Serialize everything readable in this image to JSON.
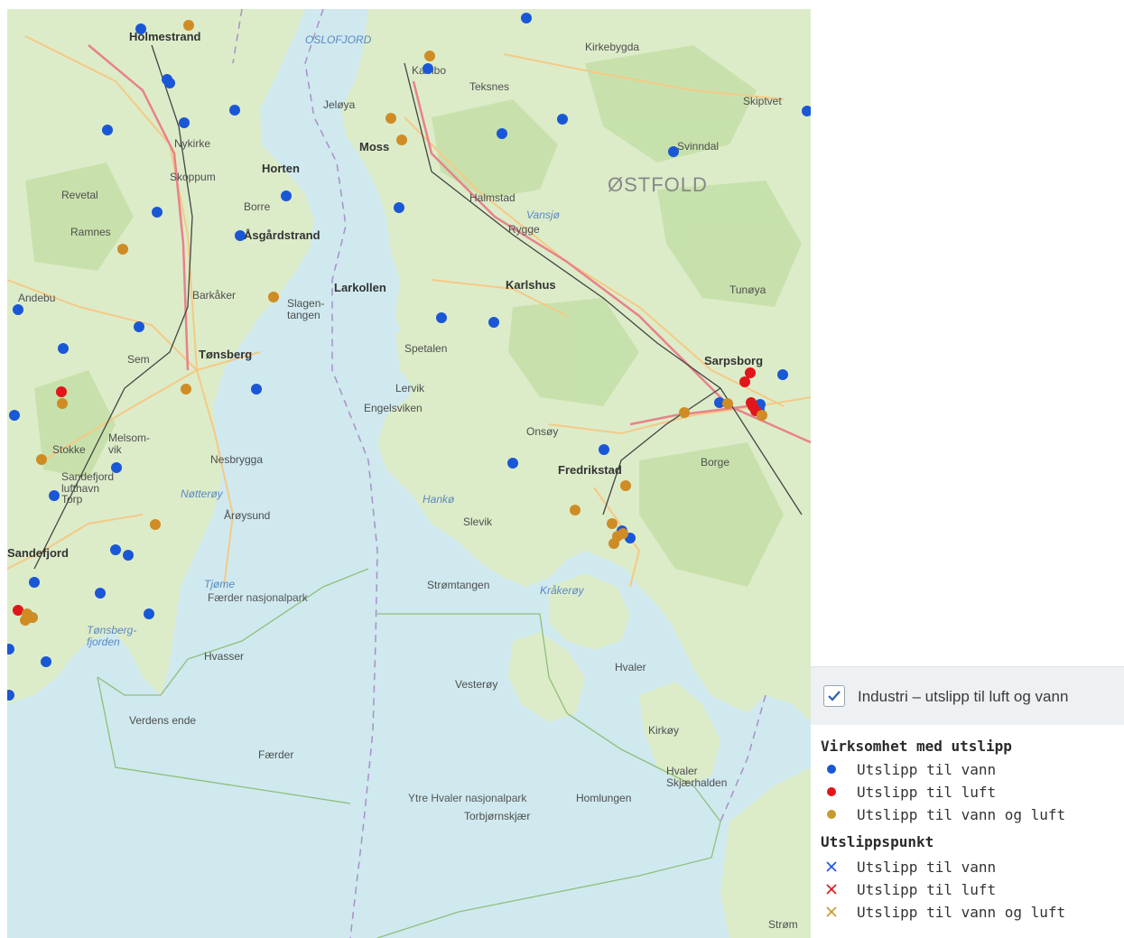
{
  "map": {
    "region_label": "ØSTFOLD",
    "places": [
      {
        "id": "holmestrand",
        "text": "Holmestrand",
        "cls": "big"
      },
      {
        "id": "kirkebygda",
        "text": "Kirkebygda",
        "cls": ""
      },
      {
        "id": "oslofjorden",
        "text": "OSLOFJORD",
        "cls": "water"
      },
      {
        "id": "jeloya",
        "text": "Jeløya",
        "cls": ""
      },
      {
        "id": "kambo",
        "text": "Kambo",
        "cls": ""
      },
      {
        "id": "teksnes",
        "text": "Teksnes",
        "cls": ""
      },
      {
        "id": "skiptvet",
        "text": "Skiptvet",
        "cls": ""
      },
      {
        "id": "moss",
        "text": "Moss",
        "cls": "big"
      },
      {
        "id": "nykirke",
        "text": "Nykirke",
        "cls": ""
      },
      {
        "id": "svinndal",
        "text": "Svinndal",
        "cls": ""
      },
      {
        "id": "skoppum",
        "text": "Skoppum",
        "cls": ""
      },
      {
        "id": "horten",
        "text": "Horten",
        "cls": "big"
      },
      {
        "id": "revetal",
        "text": "Revetal",
        "cls": ""
      },
      {
        "id": "borre",
        "text": "Borre",
        "cls": ""
      },
      {
        "id": "halmstad",
        "text": "Halmstad",
        "cls": ""
      },
      {
        "id": "vansjo",
        "text": "Vansjø",
        "cls": "water"
      },
      {
        "id": "rygge",
        "text": "Rygge",
        "cls": ""
      },
      {
        "id": "ramnes",
        "text": "Ramnes",
        "cls": ""
      },
      {
        "id": "asgardstrand",
        "text": "Åsgårdstrand",
        "cls": "big"
      },
      {
        "id": "karlshus",
        "text": "Karlshus",
        "cls": "big"
      },
      {
        "id": "larkollen",
        "text": "Larkollen",
        "cls": "big"
      },
      {
        "id": "tunoya",
        "text": "Tunøya",
        "cls": ""
      },
      {
        "id": "andebu",
        "text": "Andebu",
        "cls": ""
      },
      {
        "id": "barkaker",
        "text": "Barkåker",
        "cls": ""
      },
      {
        "id": "slagentangen",
        "text": "Slagen-\ntangen",
        "cls": ""
      },
      {
        "id": "spetalen",
        "text": "Spetalen",
        "cls": ""
      },
      {
        "id": "sem",
        "text": "Sem",
        "cls": ""
      },
      {
        "id": "tonsberg",
        "text": "Tønsberg",
        "cls": "big"
      },
      {
        "id": "sarpsborg",
        "text": "Sarpsborg",
        "cls": "big"
      },
      {
        "id": "lervik",
        "text": "Lervik",
        "cls": ""
      },
      {
        "id": "engelsviken",
        "text": "Engelsviken",
        "cls": ""
      },
      {
        "id": "stokke",
        "text": "Stokke",
        "cls": ""
      },
      {
        "id": "melsomvik",
        "text": "Melsom-\nvik",
        "cls": ""
      },
      {
        "id": "onsoy",
        "text": "Onsøy",
        "cls": ""
      },
      {
        "id": "nesbyen",
        "text": "Nesbrygga",
        "cls": ""
      },
      {
        "id": "fredrikstad",
        "text": "Fredrikstad",
        "cls": "big"
      },
      {
        "id": "borge",
        "text": "Borge",
        "cls": ""
      },
      {
        "id": "sandefjord_torp",
        "text": "Sandefjord\nlufthavn\nTorp",
        "cls": ""
      },
      {
        "id": "notteroy",
        "text": "Nøtterøy",
        "cls": "water"
      },
      {
        "id": "haoya",
        "text": "Hankø",
        "cls": "water"
      },
      {
        "id": "aroysund",
        "text": "Årøysund",
        "cls": ""
      },
      {
        "id": "slevik",
        "text": "Slevik",
        "cls": ""
      },
      {
        "id": "sandefjord",
        "text": "Sandefjord",
        "cls": "big"
      },
      {
        "id": "tjome",
        "text": "Tjøme",
        "cls": "water"
      },
      {
        "id": "fnp",
        "text": "Færder nasjonalpark",
        "cls": "park"
      },
      {
        "id": "stromtangen",
        "text": "Strømtangen",
        "cls": ""
      },
      {
        "id": "kraakeroy",
        "text": "Kråkerøy",
        "cls": "water"
      },
      {
        "id": "tonsbergfjorden",
        "text": "Tønsberg-\nfjorden",
        "cls": "water"
      },
      {
        "id": "hvasser",
        "text": "Hvasser",
        "cls": ""
      },
      {
        "id": "hvaler",
        "text": "Hvaler",
        "cls": ""
      },
      {
        "id": "vesteroy",
        "text": "Vesterøy",
        "cls": ""
      },
      {
        "id": "verdensende",
        "text": "Verdens ende",
        "cls": ""
      },
      {
        "id": "kirkoy",
        "text": "Kirkøy",
        "cls": ""
      },
      {
        "id": "faerder",
        "text": "Færder",
        "cls": ""
      },
      {
        "id": "hvalerskjaerhalden",
        "text": "Hvaler\nSkjærhalden",
        "cls": ""
      },
      {
        "id": "yhnp",
        "text": "Ytre Hvaler nasjonalpark",
        "cls": "park"
      },
      {
        "id": "homlungen",
        "text": "Homlungen",
        "cls": ""
      },
      {
        "id": "torbjornskjaer",
        "text": "Torbjørnskjær",
        "cls": ""
      },
      {
        "id": "strom",
        "text": "Strøm",
        "cls": ""
      }
    ],
    "markers": [
      {
        "cat": "vann",
        "n": 42
      },
      {
        "cat": "luft",
        "n": 7
      },
      {
        "cat": "vann-og-luft",
        "n": 22
      }
    ],
    "colors": {
      "vann": "#1a57d6",
      "luft": "#e0161b",
      "vann_og_luft": "#cf8c25",
      "water": "#cfe9ef",
      "land": "#dfeecf"
    }
  },
  "legend": {
    "layer_label": "Industri – utslipp til luft og vann",
    "layer_checked": true,
    "section1_title": "Virksomhet med utslipp",
    "section1_items": [
      {
        "label": "Utslipp til vann",
        "color": "#1a57d6",
        "symbol": "dot"
      },
      {
        "label": "Utslipp til luft",
        "color": "#e0161b",
        "symbol": "dot"
      },
      {
        "label": "Utslipp til vann og luft",
        "color": "#c9982f",
        "symbol": "dot"
      }
    ],
    "section2_title": "Utslippspunkt",
    "section2_items": [
      {
        "label": "Utslipp til vann",
        "color": "#1a57d6",
        "symbol": "cross"
      },
      {
        "label": "Utslipp til luft",
        "color": "#e0161b",
        "symbol": "cross"
      },
      {
        "label": "Utslipp til vann og luft",
        "color": "#c9982f",
        "symbol": "cross"
      }
    ]
  }
}
